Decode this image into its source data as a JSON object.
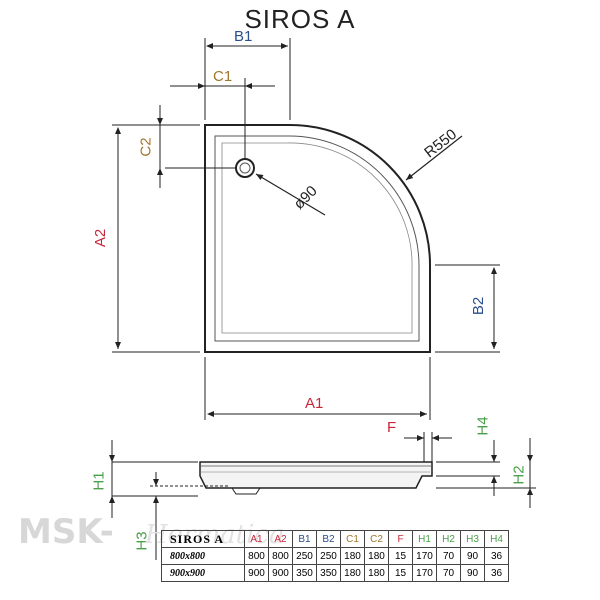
{
  "title": "SIROS A",
  "watermark": {
    "text": "MSK-",
    "script": "Hermatica"
  },
  "labels": {
    "b1": "B1",
    "c1": "C1",
    "c2": "C2",
    "a2": "A2",
    "a1": "A1",
    "b2": "B2",
    "radius": "R550",
    "drain": "ø90",
    "f": "F",
    "h1": "H1",
    "h2": "H2",
    "h3": "H3",
    "h4": "H4"
  },
  "colors": {
    "a": "#c8273a",
    "b": "#2a4f8c",
    "c": "#a0772c",
    "f": "#c8273a",
    "h": "#4aa04a",
    "line": "#222222"
  },
  "table": {
    "columns": [
      "SIROS A",
      "A1",
      "A2",
      "B1",
      "B2",
      "C1",
      "C2",
      "F",
      "H1",
      "H2",
      "H3",
      "H4"
    ],
    "rows": [
      [
        "800x800",
        "800",
        "800",
        "250",
        "250",
        "180",
        "180",
        "15",
        "170",
        "70",
        "90",
        "36"
      ],
      [
        "900x900",
        "900",
        "900",
        "350",
        "350",
        "180",
        "180",
        "15",
        "170",
        "70",
        "90",
        "36"
      ]
    ]
  }
}
